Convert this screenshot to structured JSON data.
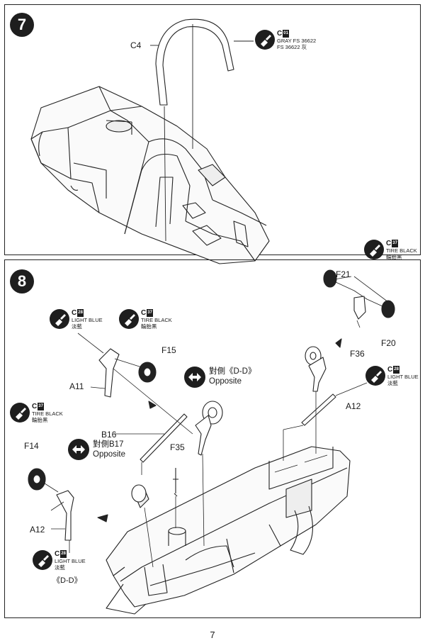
{
  "page_number": "7",
  "step7": {
    "number": "7",
    "parts": {
      "c4": "C4"
    },
    "paint": {
      "code": "C",
      "num": "01",
      "line1": "GRAY FS 36622",
      "line2": "FS 36622 灰"
    },
    "paint_tire": {
      "code": "C",
      "num": "37",
      "line1": "TIRE BLACK",
      "line2": "輪胎黑"
    }
  },
  "step8": {
    "number": "8",
    "parts": {
      "f21": "F21",
      "f20": "F20",
      "f36": "F36",
      "a12_right": "A12",
      "f15": "F15",
      "a11": "A11",
      "b16": "B16",
      "f35": "F35",
      "f14": "F14",
      "a12_left": "A12"
    },
    "opposite_dd": {
      "line1": "對側《D-D》",
      "line2": "Opposite"
    },
    "opposite_b17": {
      "line1": "對側B17",
      "line2": "Opposite"
    },
    "dd_label": "《D-D》",
    "paints": {
      "lb_top": {
        "code": "C",
        "num": "28",
        "line1": "LIGHT BLUE",
        "line2": "淡藍"
      },
      "tb_top": {
        "code": "C",
        "num": "37",
        "line1": "TIRE BLACK",
        "line2": "輪胎黑"
      },
      "lb_right": {
        "code": "C",
        "num": "28",
        "line1": "LIGHT BLUE",
        "line2": "淡藍"
      },
      "tb_left": {
        "code": "C",
        "num": "37",
        "line1": "TIRE BLACK",
        "line2": "輪胎黑"
      },
      "lb_bottom": {
        "code": "C",
        "num": "28",
        "line1": "LIGHT BLUE",
        "line2": "淡藍"
      }
    }
  }
}
